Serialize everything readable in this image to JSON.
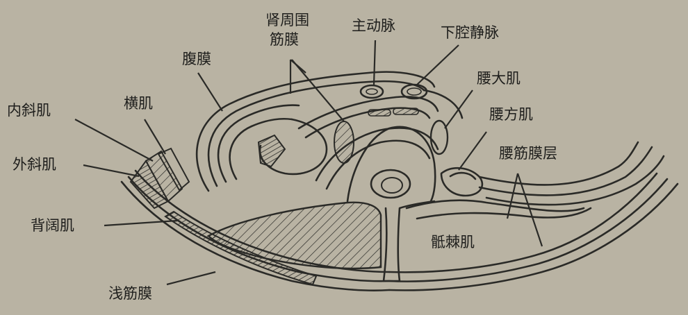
{
  "labels": {
    "perirenal_fascia_line1": "肾周围",
    "perirenal_fascia_line2": "筋膜",
    "aorta": "主动脉",
    "ivc": "下腔静脉",
    "peritoneum": "腹膜",
    "psoas": "腰大肌",
    "internal_oblique": "内斜肌",
    "transversus": "横肌",
    "quadratus": "腰方肌",
    "external_oblique": "外斜肌",
    "thoracolumbar_fascia": "腰筋膜层",
    "latissimus": "背阔肌",
    "erector_spinae": "骶棘肌",
    "superficial_fascia": "浅筋膜"
  }
}
